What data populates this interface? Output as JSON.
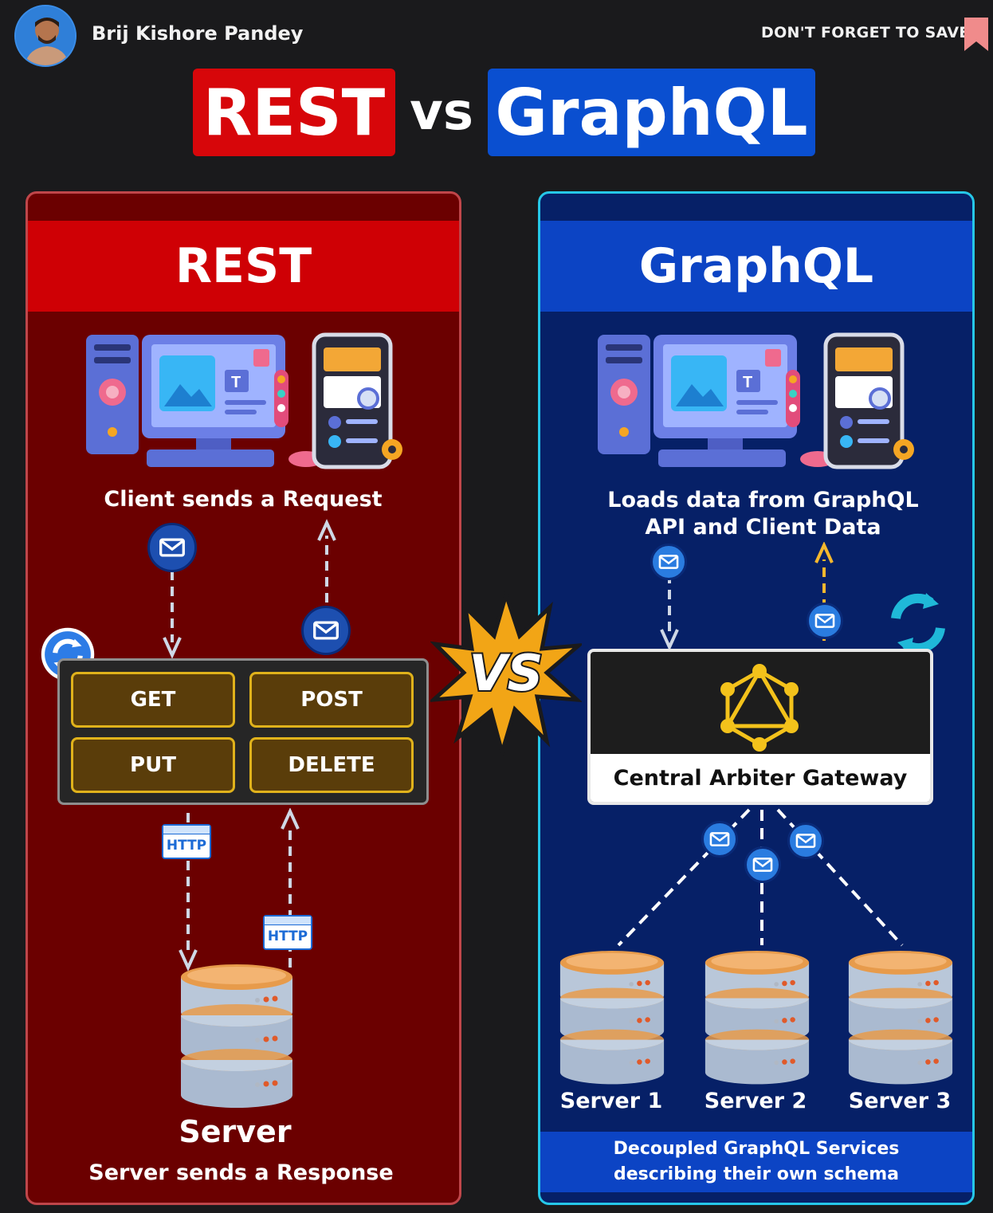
{
  "header": {
    "author": "Brij Kishore Pandey",
    "save_text": "DON'T FORGET TO SAVE"
  },
  "title": {
    "left": "REST",
    "vs": "vs",
    "right": "GraphQL"
  },
  "rest": {
    "heading": "REST",
    "client_caption": "Client sends a Request",
    "methods": [
      "GET",
      "POST",
      "PUT",
      "DELETE"
    ],
    "protocol_tag": "HTTP",
    "server_label": "Server",
    "server_caption": "Server sends a Response"
  },
  "graphql": {
    "heading": "GraphQL",
    "client_caption_line1": "Loads data from GraphQL",
    "client_caption_line2": "API and Client Data",
    "gateway_label": "Central Arbiter Gateway",
    "servers": [
      "Server 1",
      "Server 2",
      "Server 3"
    ],
    "footnote_line1": "Decoupled GraphQL Services",
    "footnote_line2": "describing their own schema"
  },
  "versus_badge": "VS",
  "colors": {
    "rest_red": "#cf0005",
    "rest_dark": "#6b0000",
    "graphql_blue": "#0c44c4",
    "graphql_dark": "#062067",
    "method_gold": "#e0b21b",
    "vs_burst": "#f2a516"
  },
  "icons": [
    "avatar",
    "bookmark-icon",
    "client-devices-illustration",
    "mail-icon",
    "refresh-icon",
    "http-icon",
    "database-server-icon",
    "graphql-logo-icon",
    "vs-burst-icon"
  ]
}
